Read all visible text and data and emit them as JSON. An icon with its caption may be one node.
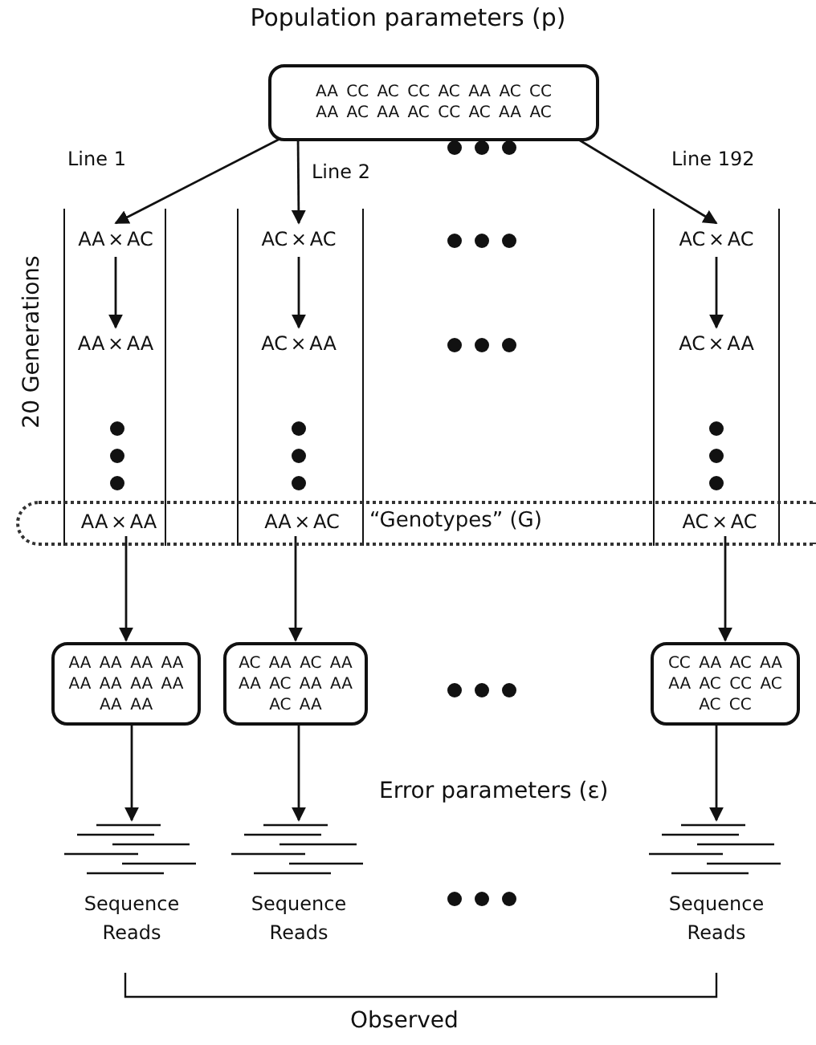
{
  "diagram": {
    "title": "Population parameters (p)",
    "nodes": [
      {
        "text": [
          "AA CC AC CC AC AA AC CC",
          "AA AC AA AC CC AC AA AC"
        ]
      },
      {
        "text": [
          "AA × AC"
        ]
      },
      {
        "text": [
          "AC × AC"
        ]
      },
      {
        "text": [
          "AC × AC"
        ]
      },
      {
        "text": [
          "AA × AA"
        ]
      },
      {
        "text": [
          "AC × AA"
        ]
      },
      {
        "text": [
          "AC × AA"
        ]
      },
      {
        "text": [
          "“Genotypes” (G)"
        ]
      },
      {
        "text": [
          "AA × AA"
        ],
        "in": 7
      },
      {
        "text": [
          "AA × AC"
        ],
        "in": 7
      },
      {
        "text": [
          "AC × AC"
        ],
        "in": 7
      },
      {
        "text": [
          "AA AA AA AA",
          "AA AA AA AA",
          "AA AA"
        ]
      },
      {
        "text": [
          "AC AA AC AA",
          "AA AC AA AA",
          "AC AA"
        ]
      },
      {
        "text": [
          "CC AA AC AA",
          "AA AC CC AC",
          "AC CC"
        ]
      },
      {
        "text": [],
        "shape": "picture",
        "beside": [
          "Sequence Reads"
        ]
      },
      {
        "text": [],
        "shape": "picture",
        "beside": [
          "Sequence Reads"
        ]
      },
      {
        "text": [],
        "shape": "picture",
        "beside": [
          "Sequence Reads"
        ]
      }
    ],
    "edges": [
      {
        "from": 0,
        "to": 1,
        "arrow": "to",
        "label": "Line 1"
      },
      {
        "from": 0,
        "to": 2,
        "arrow": "to",
        "label": "Line 2"
      },
      {
        "from": 0,
        "to": 3,
        "arrow": "to",
        "label": "Line 192"
      },
      {
        "from": 1,
        "to": 4,
        "arrow": "to"
      },
      {
        "from": 2,
        "to": 5,
        "arrow": "to"
      },
      {
        "from": 3,
        "to": 6,
        "arrow": "to"
      },
      {
        "from": 8,
        "to": 11,
        "arrow": "to"
      },
      {
        "from": 9,
        "to": 12,
        "arrow": "to"
      },
      {
        "from": 10,
        "to": 13,
        "arrow": "to"
      },
      {
        "from": 11,
        "to": 14,
        "arrow": "to"
      },
      {
        "from": 12,
        "to": 15,
        "arrow": "to"
      },
      {
        "from": 13,
        "to": 16,
        "arrow": "to"
      }
    ],
    "labels": [
      "20 Generations",
      "Error parameters (ε)",
      "Observed"
    ]
  }
}
